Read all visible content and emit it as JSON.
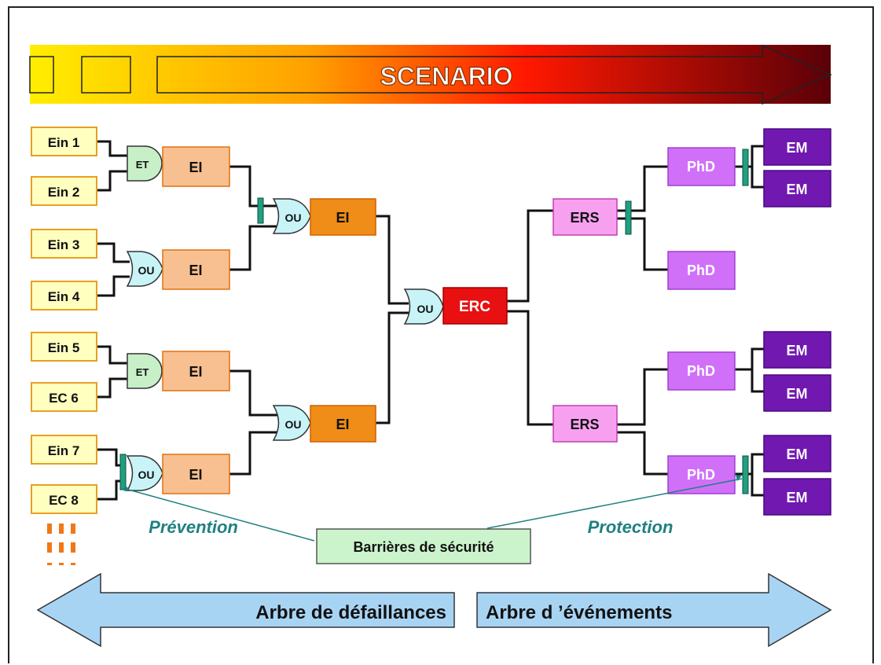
{
  "banner": {
    "title": "SCENARIO"
  },
  "inputs": [
    "Ein 1",
    "Ein 2",
    "Ein 3",
    "Ein 4",
    "Ein 5",
    "EC 6",
    "Ein 7",
    "EC 8"
  ],
  "gates": {
    "and_label": "ET",
    "or_label": "OU"
  },
  "intermediate_label": "EI",
  "central": {
    "label": "ERC"
  },
  "secondary_label": "ERS",
  "phenomenon_label": "PhD",
  "major_label": "EM",
  "captions": {
    "prevention": "Prévention",
    "protection": "Protection",
    "barriers": "Barrières de sécurité"
  },
  "arrows": {
    "left": "Arbre de défaillances",
    "right": "Arbre d ’événements"
  },
  "colors": {
    "input_fill": "#ffffc0",
    "input_stroke": "#e8a020",
    "gate_and": "#c8f0c8",
    "gate_or": "#c8f4f8",
    "ei_light": "#f8c090",
    "ei_dark": "#f08c18",
    "erc": "#e81010",
    "ers": "#f8a0f0",
    "phd": "#d070f8",
    "em": "#7018b0",
    "barrier": "#20a080",
    "caption": "#208080",
    "arrow_blue": "#a8d4f4"
  }
}
